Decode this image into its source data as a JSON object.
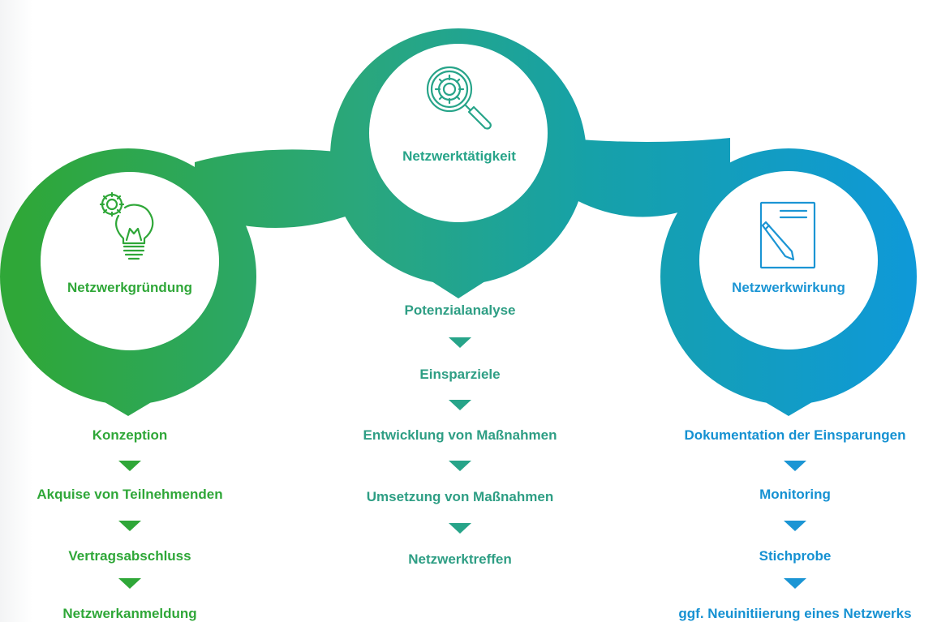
{
  "colors": {
    "green": "#2fa738",
    "teal": "#27a489",
    "teal_text": "#2e9e84",
    "blue": "#1b95d4",
    "blue_text": "#1591d2",
    "gradient_stops": [
      "#2fa738",
      "#2aa77c",
      "#16a1a8",
      "#0e98dd"
    ]
  },
  "stages": [
    {
      "title": "Netzwerkgründung",
      "icon": "lightbulb-gear-icon",
      "steps": [
        "Konzeption",
        "Akquise von Teilnehmenden",
        "Vertragsabschluss",
        "Netzwerkanmeldung"
      ]
    },
    {
      "title": "Netzwerktätigkeit",
      "icon": "magnifier-gear-icon",
      "steps": [
        "Potenzialanalyse",
        "Einsparziele",
        "Entwicklung von Maßnahmen",
        "Umsetzung von Maßnahmen",
        "Netzwerktreffen"
      ]
    },
    {
      "title": "Netzwerkwirkung",
      "icon": "document-pencil-icon",
      "steps": [
        "Dokumentation der Einsparungen",
        "Monitoring",
        "Stichprobe",
        "ggf. Neuinitiierung eines Netzwerks"
      ]
    }
  ]
}
